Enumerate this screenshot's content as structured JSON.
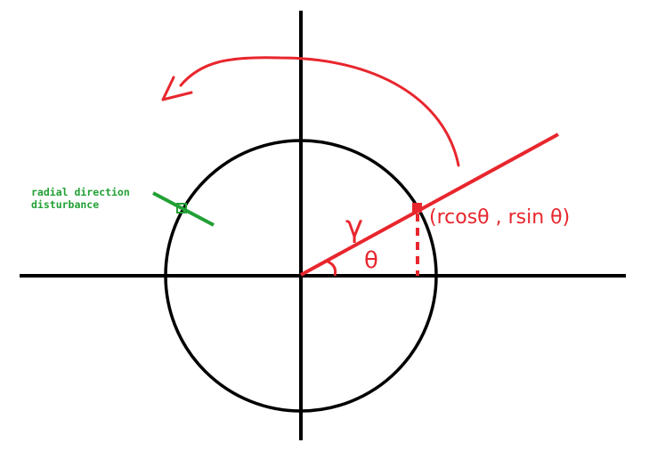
{
  "colors": {
    "axis": "#000000",
    "circle": "#000000",
    "radius": "#e8262d",
    "arrow": "#e8262d",
    "disturbance": "#22a035"
  },
  "labels": {
    "radius_symbol": "γ",
    "angle_symbol": "θ",
    "point_coords": "(rcosθ , rsin θ)",
    "disturbance_line1": "radial direction",
    "disturbance_line2": "disturbance"
  }
}
